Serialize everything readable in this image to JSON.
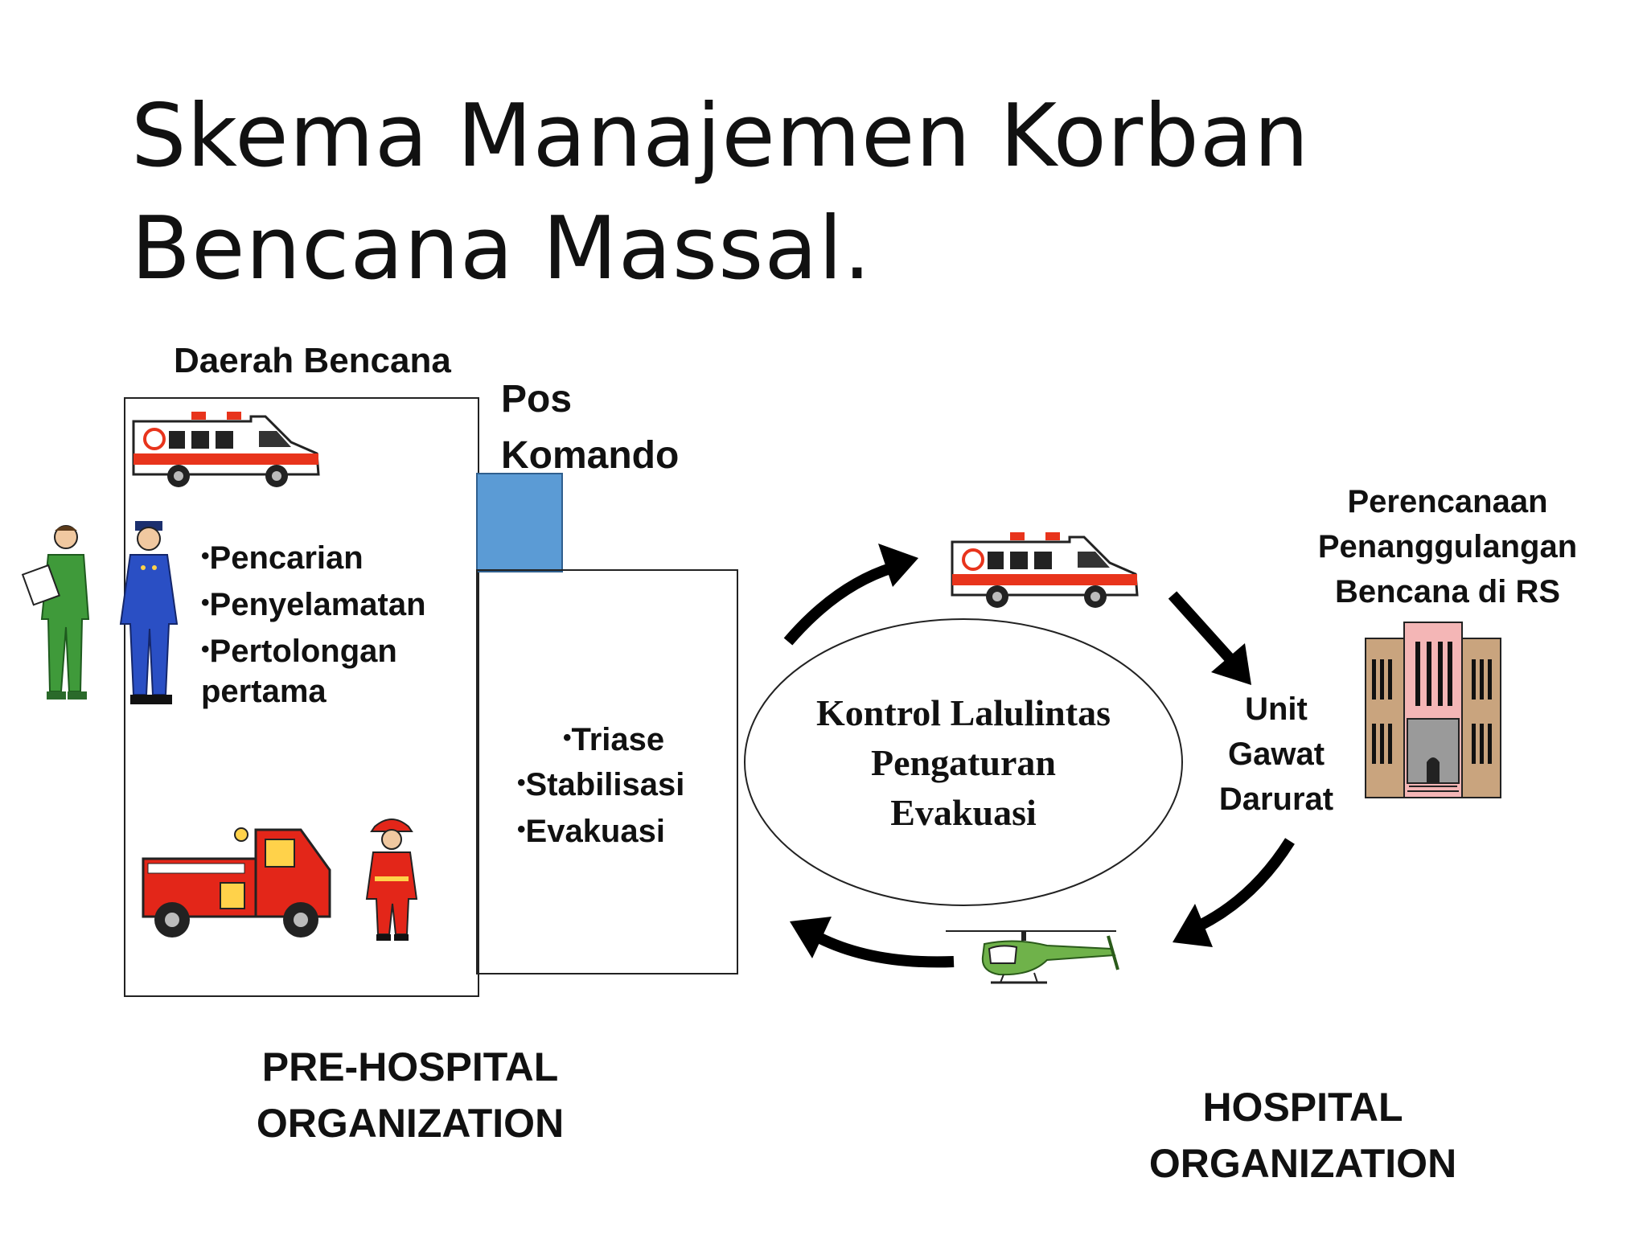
{
  "title": {
    "line1": "Skema Manajemen Korban",
    "line2": "Bencana Massal."
  },
  "disaster_area": {
    "label": "Daerah Bencana",
    "bullets": [
      "Pencarian",
      "Penyelamatan",
      "Pertolongan"
    ],
    "continuation": "pertama"
  },
  "command_post": {
    "label_line1": "Pos",
    "label_line2": "Komando",
    "bullets": [
      "Triase",
      "Stabilisasi",
      "Evakuasi"
    ]
  },
  "traffic_control": {
    "line1": "Kontrol Lalulintas",
    "line2": "Pengaturan",
    "line3": "Evakuasi"
  },
  "hospital_plan": {
    "line1": "Perencanaan",
    "line2": "Penanggulangan",
    "line3": "Bencana di RS"
  },
  "emergency_unit": {
    "line1": "Unit",
    "line2": "Gawat",
    "line3": "Darurat"
  },
  "footer": {
    "pre_hospital_line1": "PRE-HOSPITAL",
    "pre_hospital_line2": "ORGANIZATION",
    "hospital": "HOSPITAL ORGANIZATION"
  },
  "icons": [
    "ambulance-icon",
    "paramedic-icon",
    "police-officer-icon",
    "fire-truck-icon",
    "firefighter-icon",
    "helicopter-icon",
    "hospital-building-icon"
  ],
  "colors": {
    "command_post_square": "#5b9bd5",
    "ambulance_stripe": "#e8341c",
    "fire_truck": "#e32619",
    "helicopter": "#6fb24a",
    "hospital_wall": "#c9a47e",
    "hospital_center": "#f4b6b6"
  }
}
